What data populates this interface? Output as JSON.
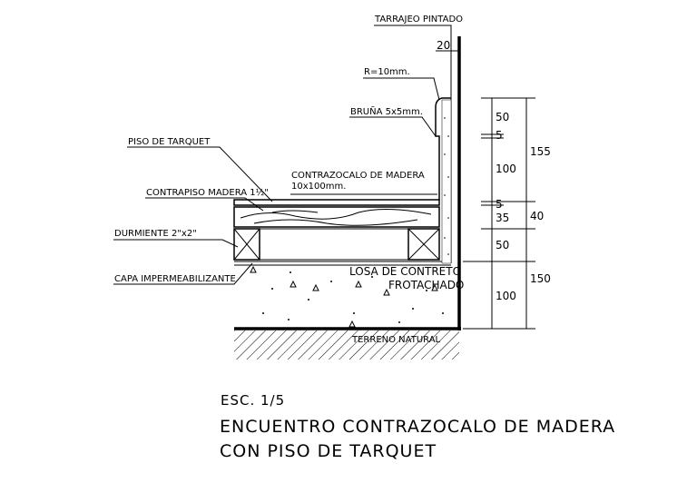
{
  "drawing": {
    "scale": "ESC. 1/5",
    "title_line1": "ENCUENTRO CONTRAZOCALO DE MADERA",
    "title_line2": "CON PISO DE TARQUET"
  },
  "labels": {
    "tarrajeo": "TARRAJEO PINTADO",
    "radius": "R=10mm.",
    "bruna": "BRUÑA 5x5mm.",
    "piso": "PISO DE TARQUET",
    "contrazocalo_1": "CONTRAZOCALO DE MADERA",
    "contrazocalo_2": "10x100mm.",
    "contrapiso": "CONTRAPISO MADERA 1½\"",
    "durmiente": "DURMIENTE 2\"x2\"",
    "capa": "CAPA IMPERMEABILIZANTE",
    "losa_1": "LOSA DE CONTRETO",
    "losa_2": "FROTACHADO",
    "terreno": "TERRENO NATURAL"
  },
  "dimensions": {
    "wall_thickness": "20",
    "inner": [
      "50",
      "5",
      "100",
      "5",
      "35",
      "50",
      "100"
    ],
    "outer": [
      "155",
      "40",
      "150"
    ]
  }
}
